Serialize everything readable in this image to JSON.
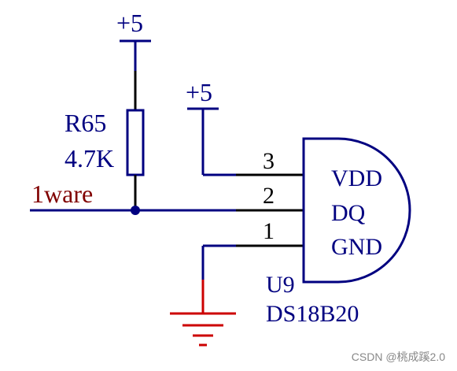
{
  "colors": {
    "power": "#000080",
    "body": "#000080",
    "pin": "#000000",
    "ground": "#cc0000",
    "text_label": "#000080",
    "net_label": "#800000",
    "pin_number": "#000000",
    "watermark": "#888888",
    "junction": "#000080"
  },
  "power": {
    "top_label": "+5",
    "ic_label": "+5"
  },
  "resistor": {
    "designator": "R65",
    "value": "4.7K"
  },
  "net": {
    "label": "1ware"
  },
  "ic": {
    "designator": "U9",
    "part": "DS18B20",
    "pins": [
      {
        "number": "3",
        "name": "VDD"
      },
      {
        "number": "2",
        "name": "DQ"
      },
      {
        "number": "1",
        "name": "GND"
      }
    ]
  },
  "watermark": "CSDN @桃成蹊2.0"
}
